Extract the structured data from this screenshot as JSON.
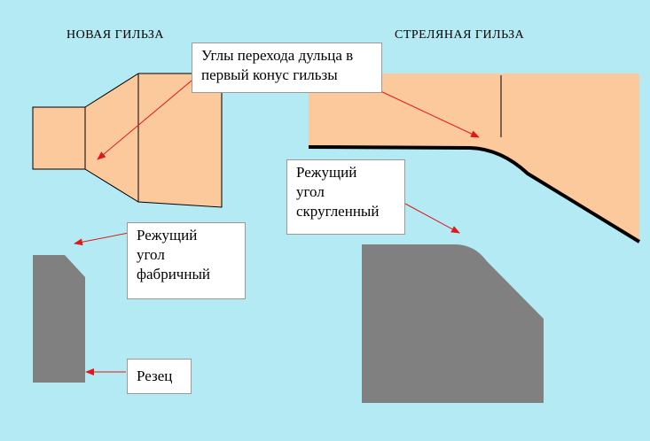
{
  "titles": {
    "new_case": "НОВАЯ ГИЛЬЗА",
    "fired_case": "СТРЕЛЯНАЯ ГИЛЬЗА"
  },
  "labels": {
    "neck_angles": [
      "Углы перехода дульца в",
      "первый конус гильзы"
    ],
    "factory_angle": [
      "Режущий",
      "угол",
      "фабричный"
    ],
    "rounded_angle": [
      "Режущий",
      "угол",
      "скругленный"
    ],
    "cutter": "Резец"
  },
  "colors": {
    "background": "#b3eaf4",
    "case_fill": "#fbc99b",
    "cutter_fill": "#808080",
    "arrow": "#e01818"
  }
}
